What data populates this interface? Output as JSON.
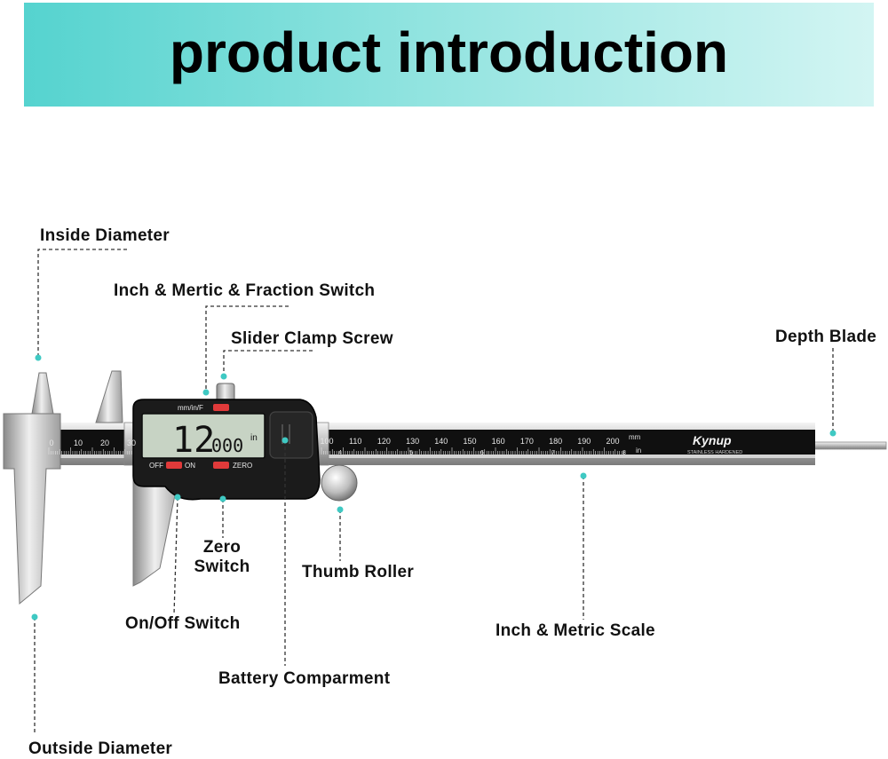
{
  "title": "product introduction",
  "labels": {
    "inside_diameter": "Inside Diameter",
    "fraction_switch": "Inch & Mertic & Fraction Switch",
    "slider_clamp": "Slider Clamp Screw",
    "depth_blade": "Depth Blade",
    "zero_switch_l1": "Zero",
    "zero_switch_l2": "Switch",
    "thumb_roller": "Thumb Roller",
    "onoff_switch": "On/Off Switch",
    "scale": "Inch & Metric Scale",
    "battery": "Battery Comparment",
    "outside_diameter": "Outside Diameter"
  },
  "device": {
    "display_main": "12",
    "display_sub": "000",
    "display_unit": "in",
    "btn_mode": "mm/in/F",
    "btn_off": "OFF",
    "btn_on": "ON",
    "btn_zero": "ZERO",
    "brand": "Kynup",
    "brand_sub": "STAINLESS HARDENED",
    "unit_mm": "mm",
    "unit_in": "in"
  },
  "scale": {
    "left_ticks": [
      "0",
      "10",
      "20",
      "30"
    ],
    "right_ticks": [
      "100",
      "110",
      "120",
      "130",
      "140",
      "150",
      "160",
      "170",
      "180",
      "190",
      "200"
    ],
    "inch_ticks": [
      "4",
      "5",
      "6",
      "7",
      "8"
    ]
  },
  "colors": {
    "accent": "#3fc9c3",
    "clip": "#e03a3a",
    "lcd": "#c7d3c4"
  }
}
